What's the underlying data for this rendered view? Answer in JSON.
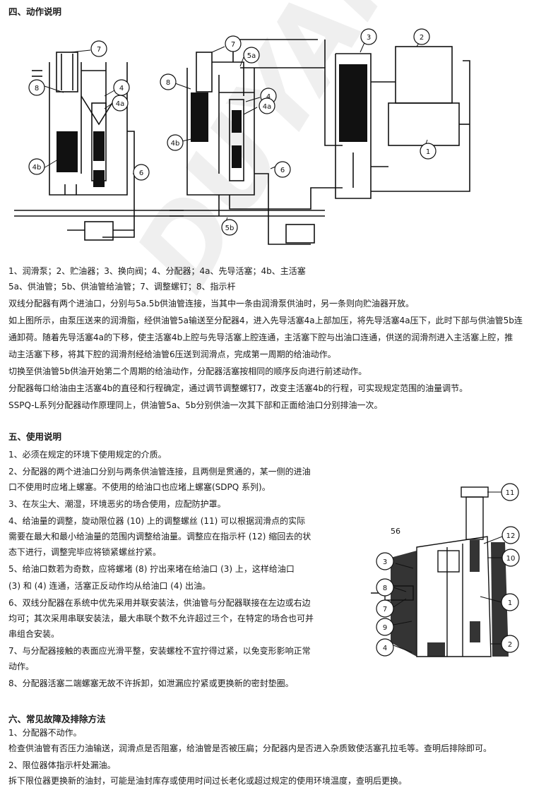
{
  "sections": {
    "action": {
      "title": "四、动作说明",
      "legend": [
        "1、润滑泵；2、贮油器；3、换向阀；4、分配器；4a、先导活塞；4b、主活塞",
        "5a、供油管；5b、供油管给油管；7、调整螺钉；8、指示杆"
      ],
      "paragraphs": [
        "双线分配器有两个进油口，分别与5a.5b供油管连接，当其中一条由润滑泵供油时，另一条则向贮油器开放。",
        "如上图所示，由泵压送来的润滑脂，经供油管5a输送至分配器4，进入先导活塞4a上部加压，将先导活塞4a压下，此时下部与供油管5b连",
        "通卸荷。随着先导活塞4a的下移，使主活塞4b上腔与先导活塞上腔连通，主活塞下腔与出油口连通，供送的润滑剂进入主活塞上腔，推",
        "动主活塞下移，将其下腔的润滑剂经给油管6压送到润滑点，完成第一周期的给油动作。",
        "切换至供油管5b供油开始第二个周期的给油动作，分配器活塞按相同的顺序反向进行前述动作。",
        "分配器每口给油由主活塞4b的直径和行程确定，通过调节调整螺钉7，改变主活塞4b的行程，可实现规定范围的油量调节。",
        "SSPQ-L系列分配器动作原理同上，供油管5a、5b分别供油一次其下部和正面给油口分别排油一次。"
      ]
    },
    "usage": {
      "title": "五、使用说明",
      "items": [
        "1、必须在规定的环境下使用规定的介质。",
        "2、分配器的两个进油口分别与两条供油管连接，且两侧是贯通的，某一侧的进油",
        "口不使用时应堵上螺塞。不使用的给油口也应堵上螺塞(SDPQ 系列)。",
        "3、在灰尘大、潮湿，环境恶劣的场合使用，应配防护罩。",
        "4、给油量的调整，旋动限位器 (10) 上的调整螺丝 (11) 可以根据润滑点的实际",
        "需要在最大和最小给油量的范围内调整给油量。调整应在指示杆 (12) 缩回去的状",
        "态下进行，调整完毕应将锁紧螺丝拧紧。",
        "5、给油口数若为奇数，应将螺堵 (8) 拧出来堵在给油口 (3) 上，这样给油口",
        " (3) 和 (4) 连通，活塞正反动作均从给油口 (4) 出油。",
        "6、双线分配器在系统中优先采用并联安装法，供油管与分配器联接在左边或右边",
        "均可；其次采用串联安装法，最大串联个数不允许超过三个，在特定的场合也可并",
        "串组合安装。",
        "7、与分配器接触的表面应光滑平整，安装螺栓不宜拧得过紧，以免变形影响正常",
        "动作。",
        "8、分配器活塞二端螺塞无故不许拆卸，如泄漏应拧紧或更换新的密封垫圈。"
      ]
    },
    "troubleshoot": {
      "title": "六、常见故障及排除方法",
      "items": [
        "1、分配器不动作。",
        "检查供油管有否压力油输送，润滑点是否阻塞，给油管是否被压扁；分配器内是否进入杂质致使活塞孔拉毛等。查明后排除即可。",
        "2、限位器体指示杆处漏油。",
        "拆下限位器更换新的油封，可能是油封库存或使用时间过长老化或超过规定的使用环境温度，查明后更换。"
      ]
    }
  },
  "diagram_labels": {
    "left": [
      "7",
      "8",
      "4",
      "4a",
      "4b",
      "6"
    ],
    "middle": [
      "7",
      "8",
      "5a",
      "4",
      "4a",
      "4b",
      "6",
      "5b"
    ],
    "right": [
      "3",
      "2",
      "1"
    ],
    "detail": [
      "11",
      "56",
      "12",
      "10",
      "3",
      "8",
      "7",
      "9",
      "4",
      "1",
      "2"
    ]
  },
  "watermark": "DUYAN 冶研流体"
}
